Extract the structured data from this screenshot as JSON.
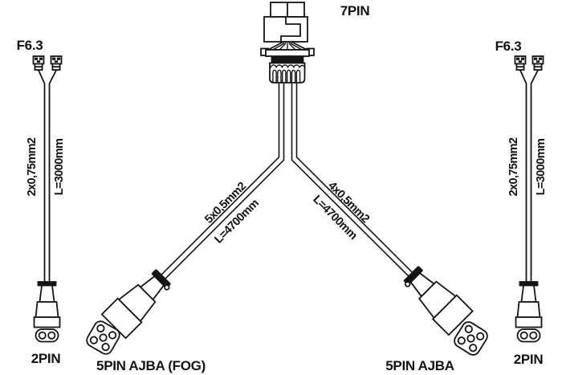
{
  "window": {
    "background": "#ffffff",
    "line_color": "#141414"
  },
  "connectors": {
    "pin7_label": "7PIN",
    "fuse_left_label": "F6.3",
    "fuse_right_label": "F6.3",
    "pin2_left_label": "2PIN",
    "pin2_right_label": "2PIN",
    "pin5_fog_label": "5PIN AJBA (FOG)",
    "pin5_right_label": "5PIN AJBA"
  },
  "cables": {
    "left": {
      "spec": "2x0,75mm2",
      "length": "L=3000mm"
    },
    "right": {
      "spec": "2x0,75mm2",
      "length": "L=3000mm"
    },
    "fog_branch": {
      "spec": "5x0,5mm2",
      "length": "L=4700mm"
    },
    "main_branch": {
      "spec": "4x0,5mm2",
      "length": "L=4700mm"
    }
  }
}
